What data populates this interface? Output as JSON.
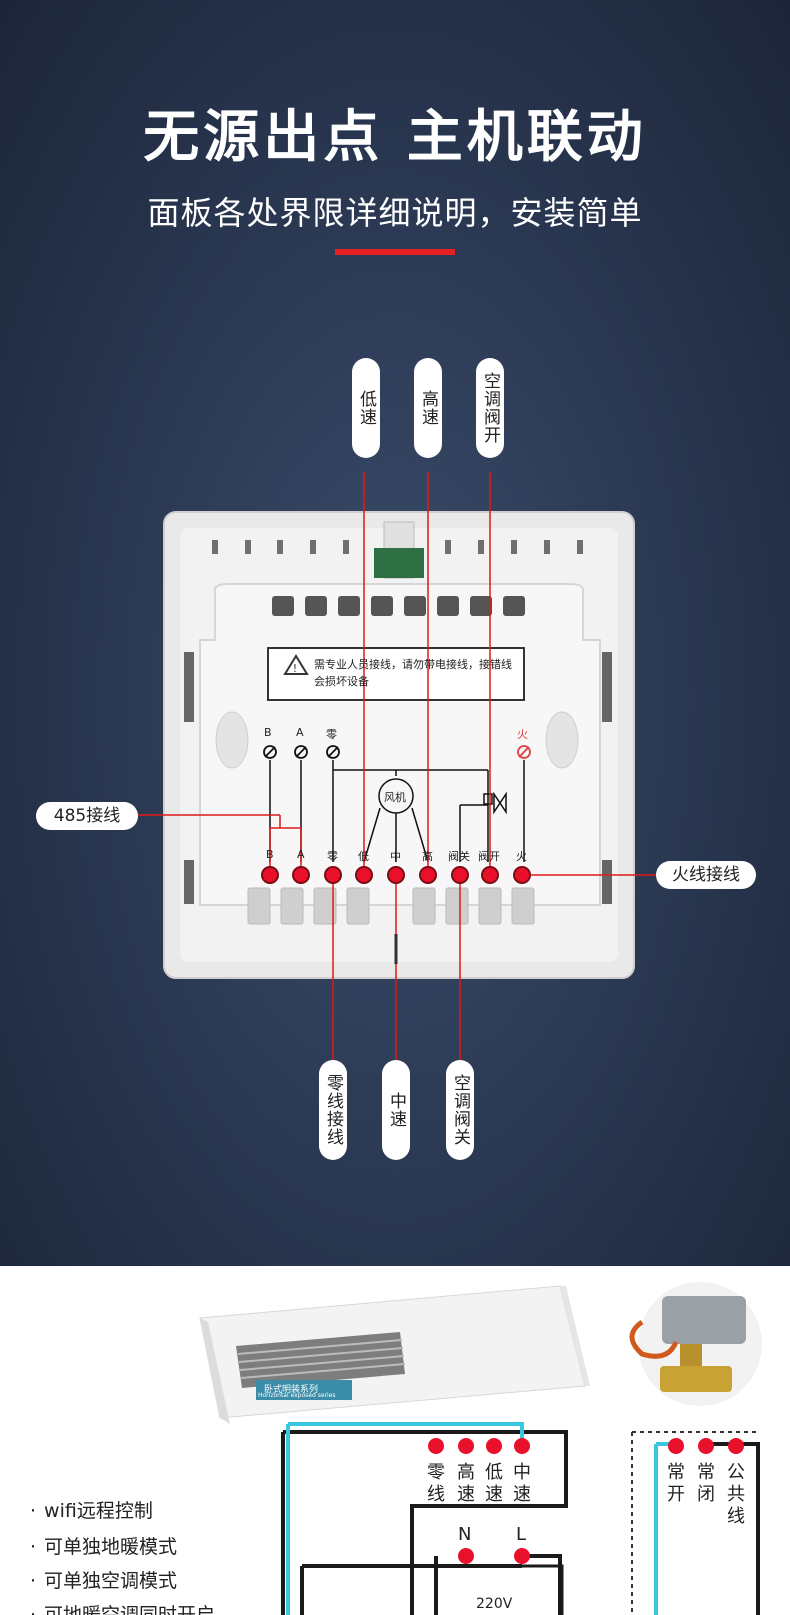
{
  "header": {
    "title": "无源出点 主机联动",
    "subtitle": "面板各处界限详细说明，安装简单"
  },
  "labels": {
    "low_speed": "低速",
    "high_speed": "高速",
    "ac_valve_open": "空调阀开",
    "rs485": "485接线",
    "live_wire": "火线接线",
    "neutral_wire": "零线接线",
    "mid_speed": "中速",
    "ac_valve_close": "空调阀关"
  },
  "panel": {
    "warning": "需专业人员接线，请勿带电接线，接错线会损坏设备",
    "top_terminals": [
      "B",
      "A",
      "零",
      "火"
    ],
    "fan": "风机",
    "bottom_terminals": [
      "B",
      "A",
      "零",
      "低",
      "中",
      "高",
      "阀关",
      "阀开",
      "火"
    ]
  },
  "features": [
    "wifi远程控制",
    "可单独地暖模式",
    "可单独空调模式",
    "可地暖空调同时开启"
  ],
  "fan_unit": {
    "label": "卧式明装系列",
    "sublabel": "Horizontal exposed series",
    "terminals": [
      "零线",
      "高速",
      "低速",
      "中速"
    ],
    "power": [
      "N",
      "L"
    ],
    "voltage": "220V"
  },
  "valve": {
    "terminals": [
      "常开",
      "常闭",
      "公共线"
    ]
  },
  "colors": {
    "accent": "#e52020",
    "dot": "#e8102a",
    "cyan": "#3ac8e0"
  }
}
